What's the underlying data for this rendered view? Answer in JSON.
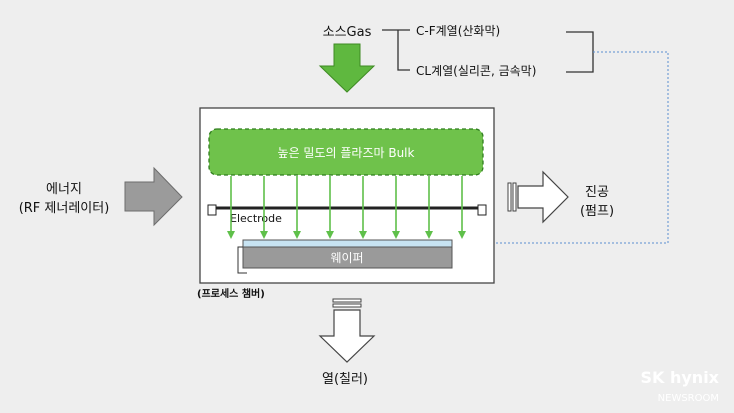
{
  "source_gas": "소스Gas",
  "gas_types": [
    "C-F계열(산화막)",
    "CL계열(실리콘, 금속막)"
  ],
  "energy_label": [
    "에너지",
    "(RF 제너레이터)"
  ],
  "vacuum_label": [
    "진공",
    "(펌프)"
  ],
  "plasma_label": "높은 밀도의 플라즈마 Bulk",
  "electrode_label": "Electrode",
  "wafer_label": "웨이퍼",
  "chamber_label": "(프로세스 챔버)",
  "heat_label": "열(칠러)",
  "brand": {
    "top": "SK hynix",
    "bottom": "NEWSROOM"
  },
  "colors": {
    "plasma_fill": "#6fc24b",
    "plasma_border": "#2f7d1e",
    "arrow_green": "#5fb83f",
    "field_arrow": "#5fc04a",
    "wafer_top": "#c7e3f2",
    "wafer_body": "#9a9a9a",
    "gray_arrow": "#9b9b9b",
    "vacuum_link": "#5a8fd0"
  }
}
